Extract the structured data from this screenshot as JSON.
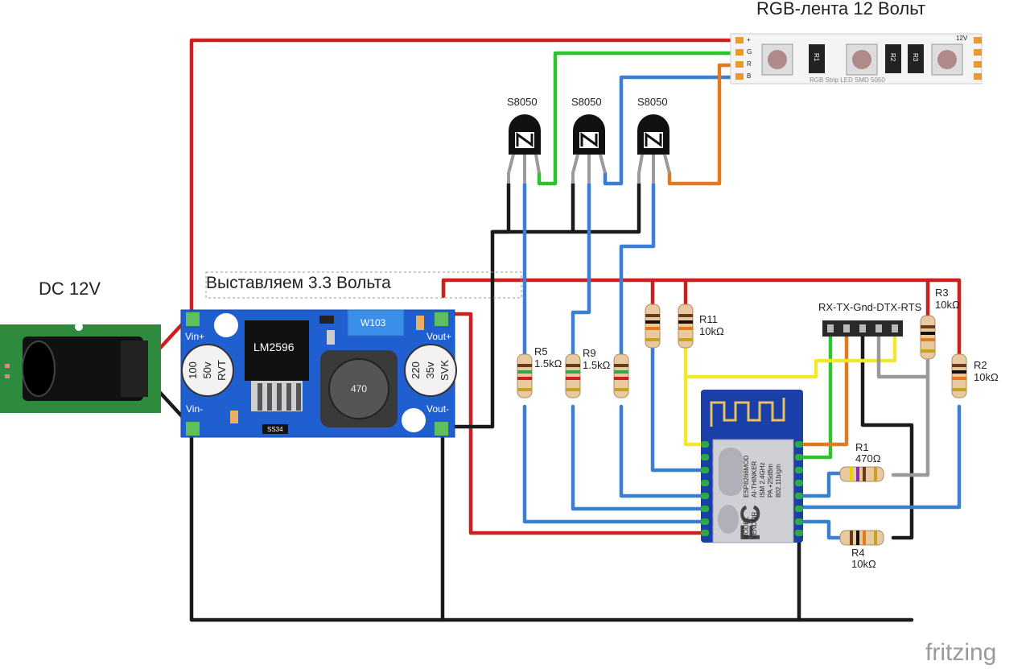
{
  "title": "RGB-лента 12 Вольт",
  "power": {
    "label": "DC 12V"
  },
  "note": "Выставляем 3.3 Вольта",
  "buck": {
    "chip": "LM2596",
    "cap1": [
      "100",
      "50v",
      "RVT"
    ],
    "cap2": [
      "220",
      "35v",
      "SVK"
    ],
    "inductor": "470",
    "trimmer": "W103",
    "diode": "SS34",
    "pins": {
      "vin_plus": "Vin+",
      "vin_minus": "Vin-",
      "vout_plus": "Vout+",
      "vout_minus": "Vout-"
    }
  },
  "strip": {
    "pins": [
      "+",
      "G",
      "R",
      "B"
    ],
    "voltage": "12V",
    "resistors": [
      "R1",
      "R2",
      "R3"
    ],
    "caption": "RGB Strip LED SMD 5050"
  },
  "transistors": [
    {
      "label": "S8050"
    },
    {
      "label": "S8050"
    },
    {
      "label": "S8050"
    }
  ],
  "resistors": {
    "r5": {
      "name": "R5",
      "value": "1.5kΩ"
    },
    "r9": {
      "name": "R9",
      "value": "1.5kΩ"
    },
    "r11": {
      "name": "R11",
      "value": "10kΩ"
    },
    "r3": {
      "name": "R3",
      "value": "10kΩ"
    },
    "r2": {
      "name": "R2",
      "value": "10kΩ"
    },
    "r1": {
      "name": "R1",
      "value": "470Ω"
    },
    "r4": {
      "name": "R4",
      "value": "10kΩ"
    }
  },
  "header": {
    "label": "RX-TX-Gnd-DTX-RTS"
  },
  "esp": {
    "lines": [
      "ESP8266MOD",
      "AI-THINKER",
      "ISM 2.4GHz",
      "PA +25dBm",
      "802.11b/g/n"
    ],
    "fc": "FC",
    "model_lines": [
      "MODEL",
      "VENDOR"
    ]
  },
  "watermark": "fritzing",
  "colors": {
    "red": "#cc1f1f",
    "black": "#1a1a1a",
    "blue": "#3a7fd0",
    "green": "#2fc22f",
    "orange": "#e07a20",
    "yellow": "#f2e830",
    "grey": "#9a9a9a",
    "pcb_green": "#2e8b3e",
    "pcb_blue": "#1f5fd0",
    "esp_blue": "#1a3fa8"
  }
}
